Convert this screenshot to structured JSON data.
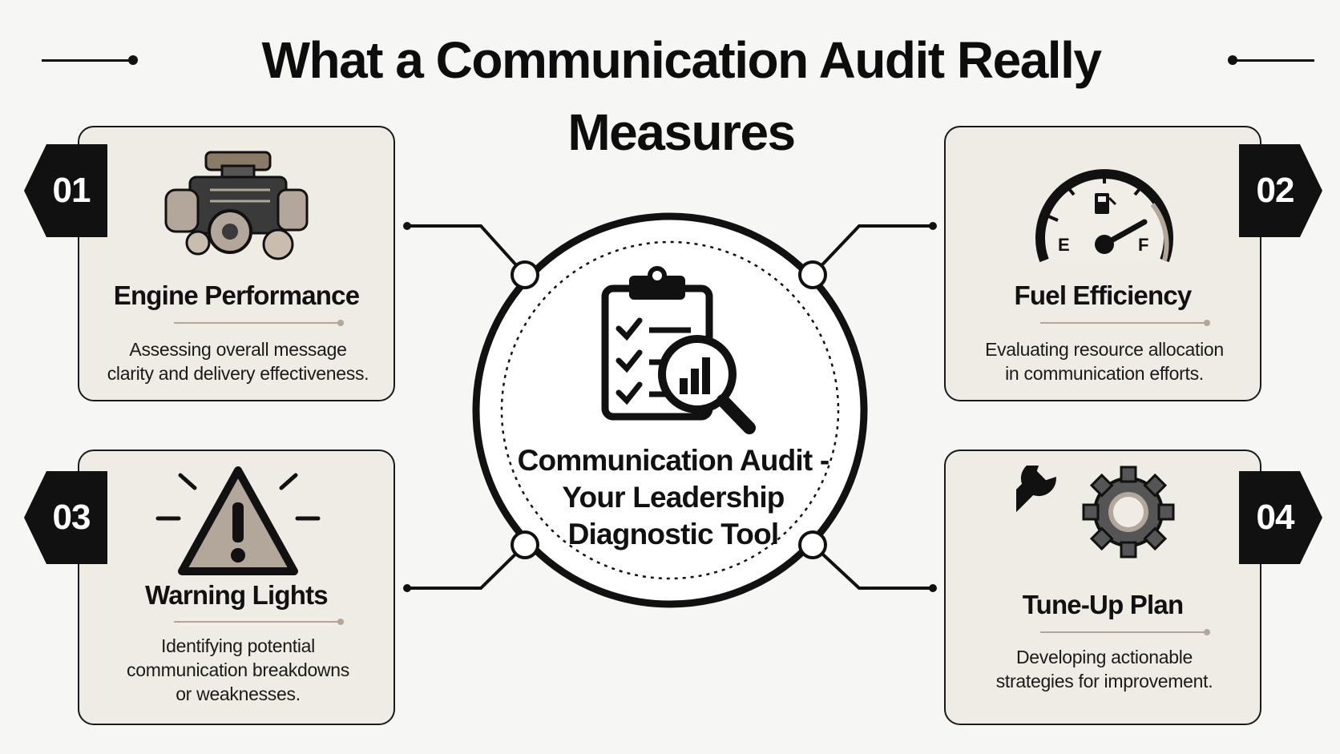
{
  "title": "What a Communication Audit Really Measures",
  "center": {
    "lines": [
      "Communication Audit -",
      "Your Leadership",
      "Diagnostic Tool"
    ]
  },
  "cards": [
    {
      "number": "01",
      "title": "Engine Performance",
      "description_lines": [
        "Assessing overall message",
        "clarity and delivery effectiveness."
      ],
      "icon": "engine-icon"
    },
    {
      "number": "02",
      "title": "Fuel Efficiency",
      "description_lines": [
        "Evaluating resource allocation",
        "in communication efforts."
      ],
      "icon": "fuel-gauge-icon",
      "gauge_labels": [
        "E",
        "F"
      ]
    },
    {
      "number": "03",
      "title": "Warning Lights",
      "description_lines": [
        "Identifying potential",
        "communication breakdowns",
        "or weaknesses."
      ],
      "icon": "warning-icon"
    },
    {
      "number": "04",
      "title": "Tune-Up Plan",
      "description_lines": [
        "Developing actionable",
        "strategies for improvement."
      ],
      "icon": "wrench-gear-icon"
    }
  ],
  "colors": {
    "background": "#f6f6f4",
    "card": "#efebe5",
    "accent_tan": "#b3a69a",
    "ink": "#111111"
  }
}
